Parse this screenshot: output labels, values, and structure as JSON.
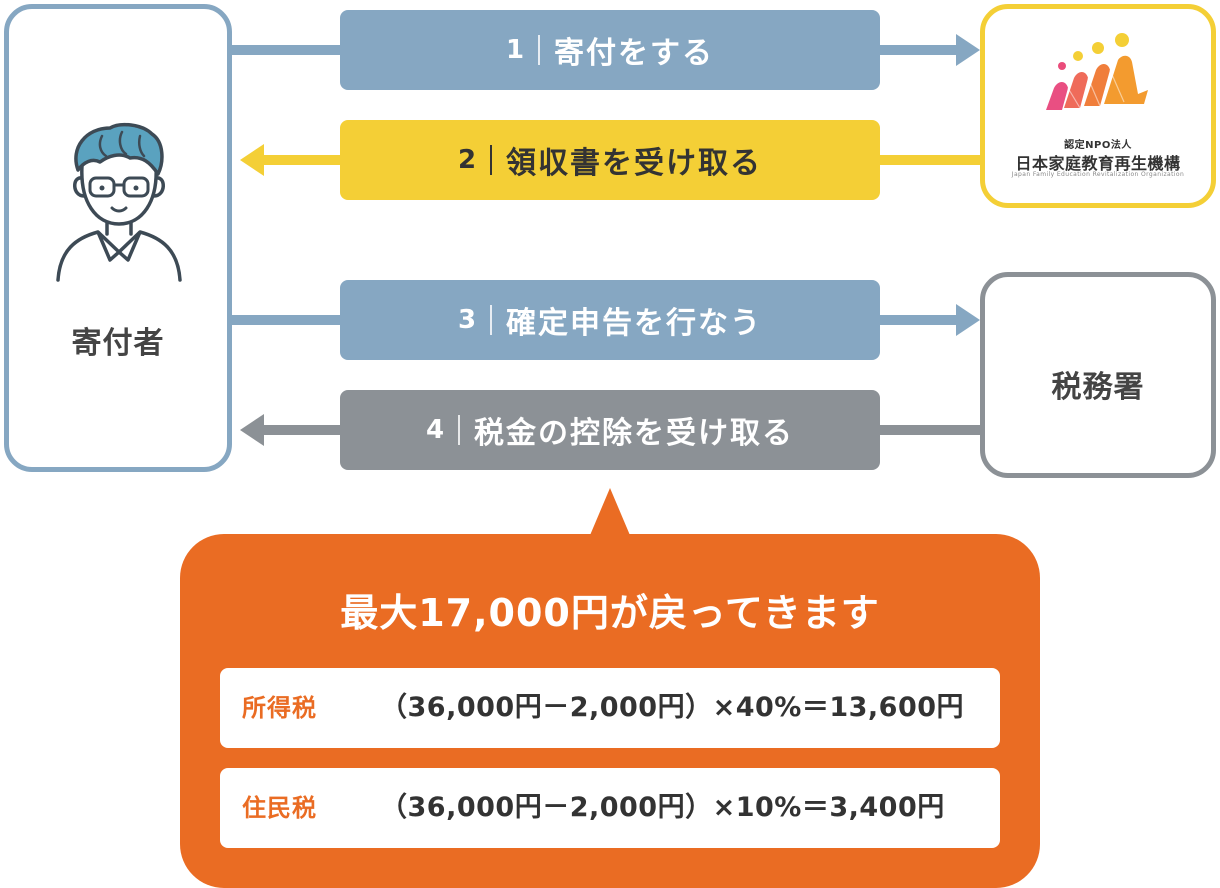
{
  "nodes": {
    "donor": {
      "label": "寄付者"
    },
    "npo": {
      "sub": "認定NPO法人",
      "name": "日本家庭教育再生機構",
      "en": "Japan Family Education Revitalization Organization"
    },
    "tax_office": {
      "label": "税務署"
    }
  },
  "steps": [
    {
      "num": "1",
      "label": "寄付をする"
    },
    {
      "num": "2",
      "label": "領収書を受け取る"
    },
    {
      "num": "3",
      "label": "確定申告を行なう"
    },
    {
      "num": "4",
      "label": "税金の控除を受け取る"
    }
  ],
  "callout": {
    "title": "最大17,000円が戻ってきます",
    "rows": [
      {
        "label": "所得税",
        "formula": "（36,000円－2,000円）×40%＝13,600円"
      },
      {
        "label": "住民税",
        "formula": "（36,000円－2,000円）×10%＝3,400円"
      }
    ]
  },
  "colors": {
    "blue": "#86a7c2",
    "yellow": "#f4cf36",
    "gray": "#8c9196",
    "orange": "#ea6c23"
  }
}
